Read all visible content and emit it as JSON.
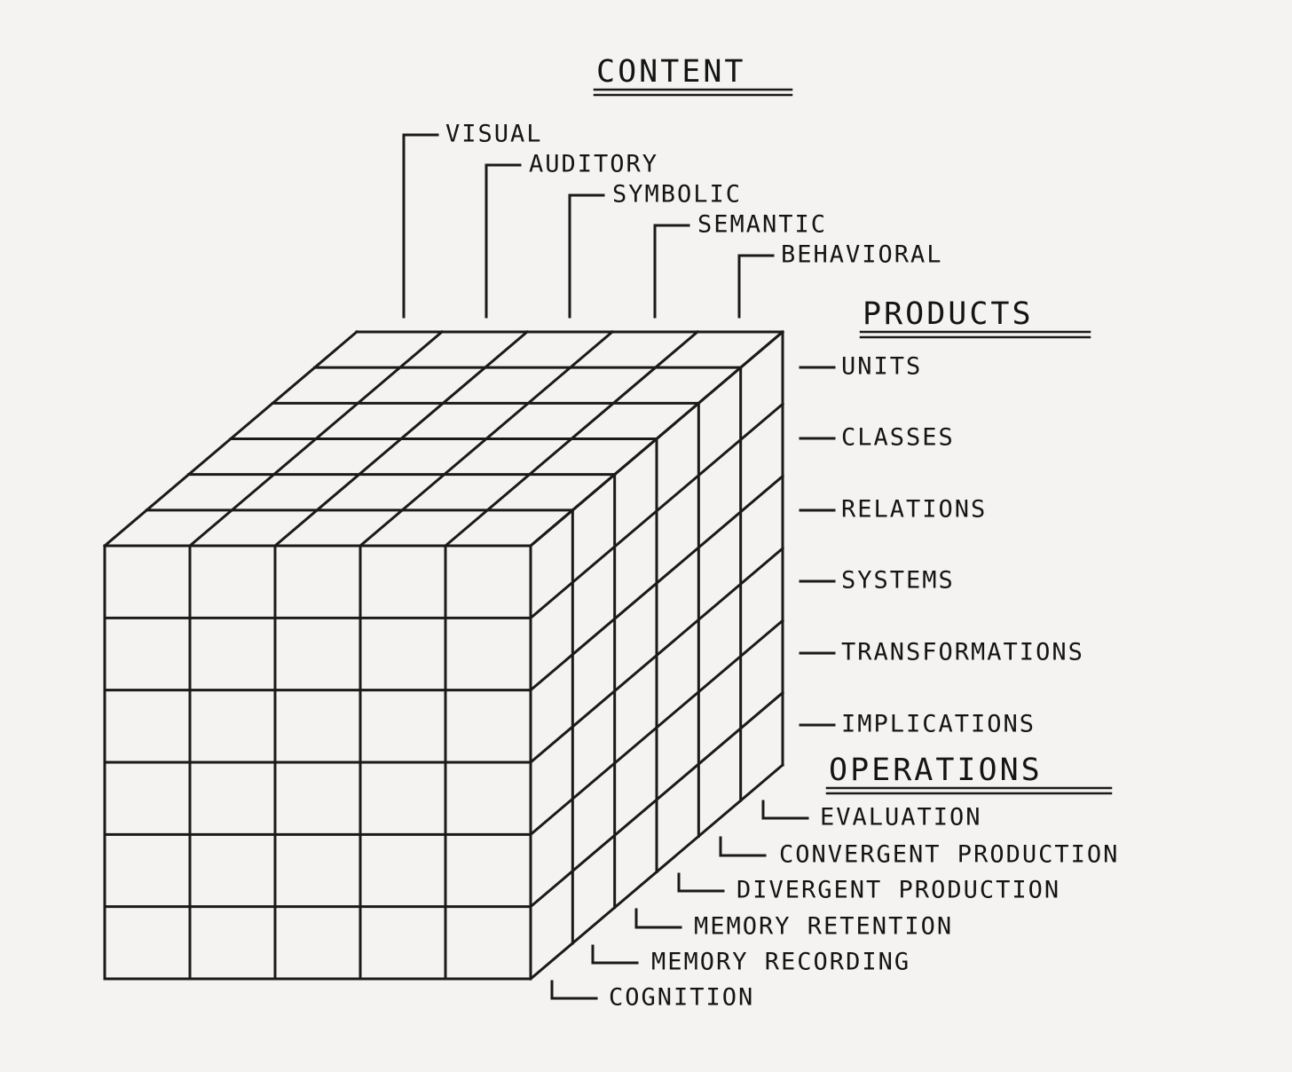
{
  "headings": {
    "content": "CONTENT",
    "products": "PRODUCTS",
    "operations": "OPERATIONS"
  },
  "content_items": [
    "VISUAL",
    "AUDITORY",
    "SYMBOLIC",
    "SEMANTIC",
    "BEHAVIORAL"
  ],
  "product_items": [
    "UNITS",
    "CLASSES",
    "RELATIONS",
    "SYSTEMS",
    "TRANSFORMATIONS",
    "IMPLICATIONS"
  ],
  "operation_items": [
    "EVALUATION",
    "CONVERGENT PRODUCTION",
    "DIVERGENT PRODUCTION",
    "MEMORY RETENTION",
    "MEMORY RECORDING",
    "COGNITION"
  ],
  "colors": {
    "ink": "#1a1a1a",
    "paper": "#f4f3f1"
  }
}
